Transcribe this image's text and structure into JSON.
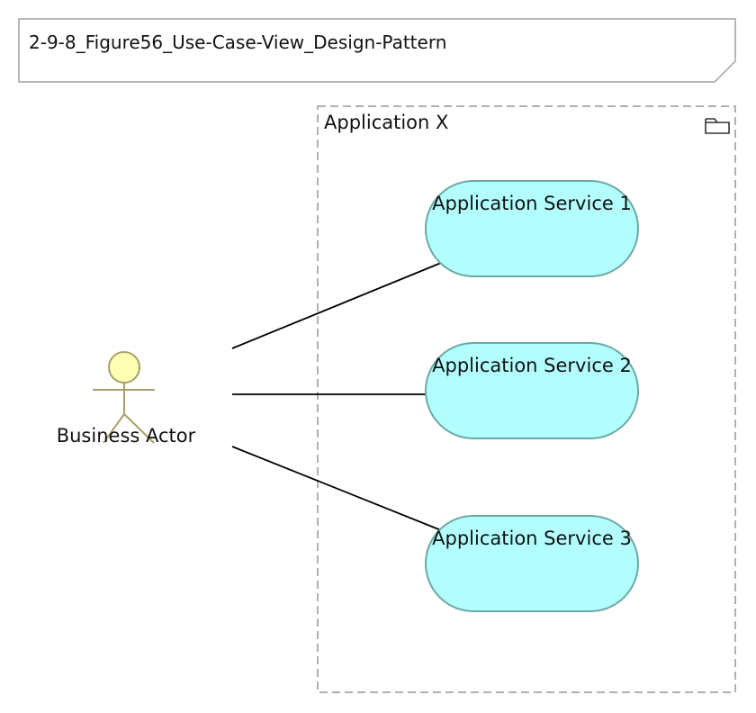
{
  "diagram": {
    "title": "2-9-8_Figure56_Use-Case-View_Design-Pattern",
    "group": {
      "label": "Application X",
      "icon": "folder-icon"
    },
    "actor": {
      "label": "Business Actor",
      "icon": "stick-figure-icon"
    },
    "services": [
      {
        "label": "Application Service 1"
      },
      {
        "label": "Application Service 2"
      },
      {
        "label": "Application Service 3"
      }
    ],
    "colors": {
      "service_fill": "#b3ffff",
      "service_stroke": "#6aa9a6",
      "actor_fill": "#ffffb3",
      "actor_stroke": "#a8a06a",
      "group_stroke": "#b0b0b0",
      "title_stroke": "#a0a0a0",
      "line": "#000000"
    }
  }
}
